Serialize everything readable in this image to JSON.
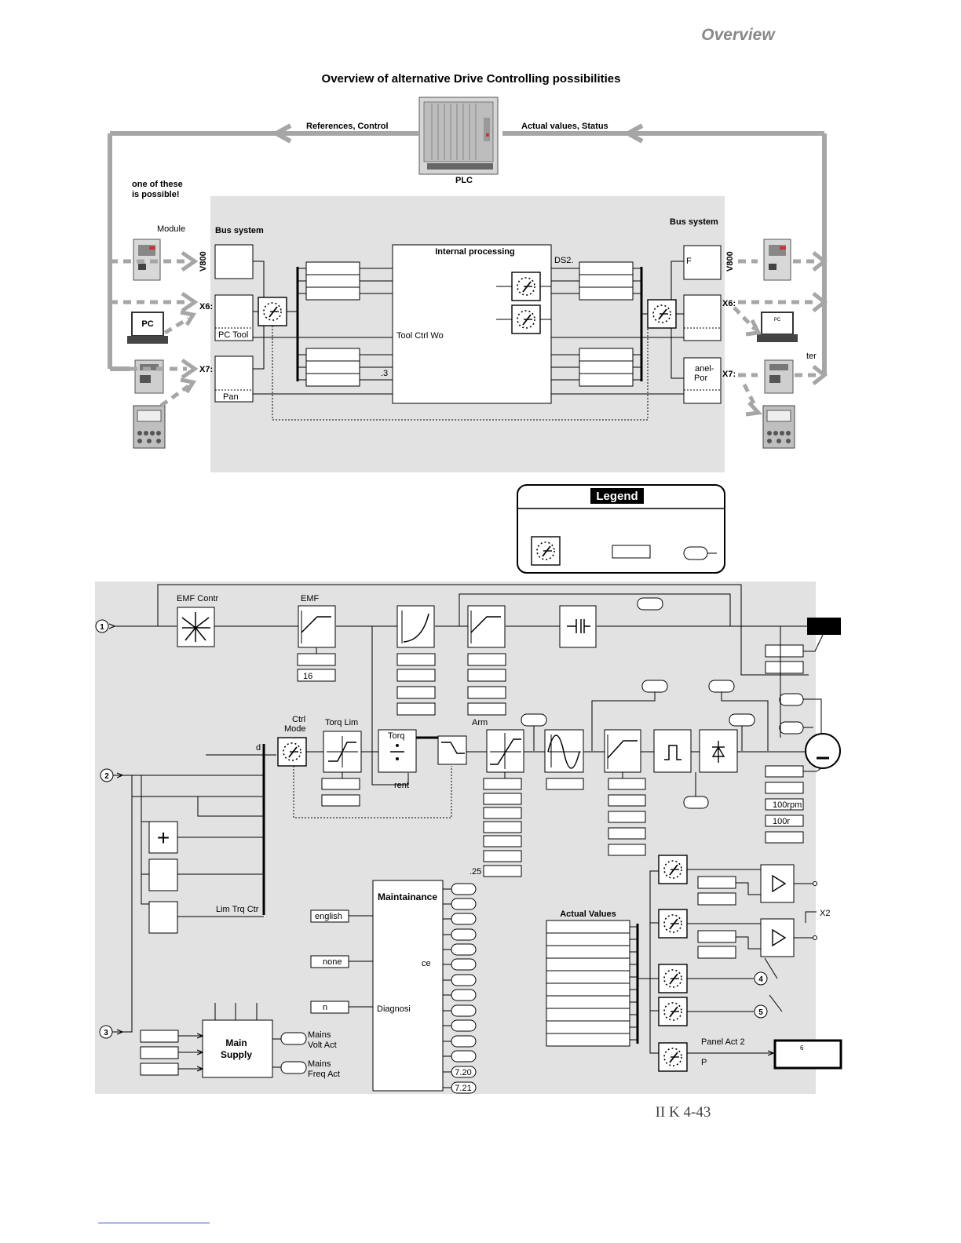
{
  "header": {
    "title": "Overview"
  },
  "diagram_title": "Overview of alternative Drive Controlling possibilities",
  "page_number": "II K 4-43",
  "top": {
    "plc_label": "PLC",
    "references_label": "References, Control",
    "actual_label": "Actual values, Status",
    "one_of_these": [
      "one of these",
      "is possible!"
    ],
    "module_label": "Module",
    "bus_left": "Bus system",
    "bus_right": "Bus system",
    "v800_left": "V800",
    "v800_right": "V800",
    "x6_left": "X6:",
    "x7_left": "X7:",
    "x6_right": "X6:",
    "x7_right": "X7:",
    "pc_tool": "PC Tool",
    "pan": "Pan",
    "internal_processing": "Internal processing",
    "ds2": "DS2.",
    "tool_ctrl": "Tool Ctrl Wo",
    "dot3": ".3",
    "f_box": "F",
    "panel_por": [
      "anel-",
      "Por"
    ],
    "ter": "ter",
    "pc_icon": "PC"
  },
  "legend": {
    "title": "Legend"
  },
  "bottom": {
    "emf_contr": "EMF Contr",
    "emf": "EMF",
    "val_16": "16",
    "ctrl_mode": [
      "Ctrl",
      "Mode"
    ],
    "torq_lim": "Torq Lim",
    "torq": "Torq",
    "arm": "Arm",
    "rent": "rent",
    "d": "d",
    "lim_trq_ctr": "Lim Trq Ctr",
    "dot25": ".25",
    "maintainance": "Maintainance",
    "english": "english",
    "none": "none",
    "n": "n",
    "ce": "ce",
    "diagnosi": "Diagnosi",
    "main_supply": [
      "Main",
      "Supply"
    ],
    "mains_volt": [
      "Mains",
      "Volt Act"
    ],
    "mains_freq": [
      "Mains",
      "Freq Act"
    ],
    "val_720": "7.20",
    "val_721": "7.21",
    "actual_values": "Actual Values",
    "x2": "X2",
    "panel_act2": "Panel Act 2",
    "p": "P",
    "panel_6": "6",
    "rpm100": "100rpm",
    "r100": "100r",
    "plus": "+",
    "node_1": "1",
    "node_2": "2",
    "node_3": "3",
    "node_4": "4",
    "node_5": "5"
  },
  "colors": {
    "panel_gray": "#e2e2e2",
    "arrow_gray": "#a6a6a6",
    "line": "#000000"
  }
}
